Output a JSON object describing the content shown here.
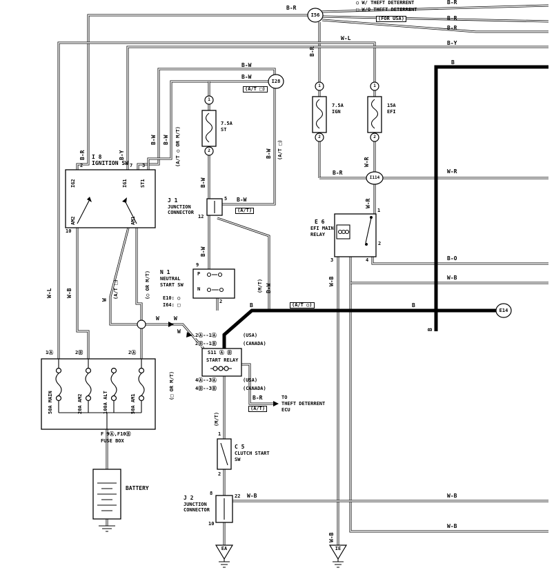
{
  "legend": {
    "with_theft": "○ W/ THEFT DETERRENT",
    "wo_theft": "□ W/O THEFT DETERRENT",
    "for_usa": "(FOR USA)"
  },
  "wire": {
    "br": "B-R",
    "bw": "B-W",
    "by": "B-Y",
    "b": "B",
    "wl": "W-L",
    "wr": "W-R",
    "wb": "W-B",
    "bo": "B-O",
    "w": "W"
  },
  "conn": {
    "i56": "I56",
    "i28": "I28",
    "i114": "I114",
    "e14": "E14"
  },
  "ann": {
    "at": "(A/T)",
    "at_sq": "(A/T □)",
    "at_c": "(A/T ○)",
    "at_c_or_mt": "(A/T ○ OR M/T)",
    "mt": "(M/T)",
    "c_or_mt": "(○ OR M/T)",
    "sq_or_mt": "(□ OR M/T)",
    "usa": "(USA)",
    "canada": "(CANADA)",
    "row_2a_1a": "2Ⓐ--1Ⓐ",
    "row_2b_1b": "2Ⓑ--1Ⓑ",
    "row_4a_3a": "4Ⓐ--3Ⓐ",
    "row_4b_3b": "4Ⓑ--3Ⓑ",
    "e10": "E10: ○",
    "i64": "I64: □",
    "tde1": "TO",
    "tde2": "THEFT DETERRENT",
    "tde3": "ECU"
  },
  "comp": {
    "ignition_sw": {
      "id": "I 8",
      "name": "IGNITION SW",
      "t_ig2": "IG2",
      "t_ig1": "IG1",
      "t_st1": "ST1",
      "t_am2": "AM2",
      "t_am1": "AM1",
      "pin2": "2",
      "pin7": "7",
      "pin3": "3",
      "pin10": "10"
    },
    "fuse_st": {
      "rating": "7.5A",
      "name": "ST",
      "pin1": "1",
      "pin2": "2"
    },
    "fuse_ign": {
      "rating": "7.5A",
      "name": "IGN",
      "pin1": "1",
      "pin2": "2"
    },
    "fuse_efi": {
      "rating": "15A",
      "name": "EFI",
      "pin1": "1",
      "pin2": "2"
    },
    "j1": {
      "id": "J 1",
      "name1": "JUNCTION",
      "name2": "CONNECTOR",
      "pin5": "5",
      "pin12": "12"
    },
    "n1": {
      "id": "N 1",
      "name1": "NEUTRAL",
      "name2": "START SW",
      "p": "P",
      "n": "N",
      "pin9": "9",
      "pin2": "2"
    },
    "e6": {
      "id": "E 6",
      "name1": "EFI MAIN",
      "name2": "RELAY",
      "pin1": "1",
      "pin2": "2",
      "pin3": "3",
      "pin4": "4"
    },
    "s11": {
      "id": "S11 Ⓐ Ⓑ",
      "name": "START RELAY"
    },
    "c5": {
      "id": "C 5",
      "name1": "CLUTCH START",
      "name2": "SW",
      "pin1": "1",
      "pin2": "2"
    },
    "j2": {
      "id": "J 2",
      "name1": "JUNCTION",
      "name2": "CONNECTOR",
      "pin8": "8",
      "pin22": "22",
      "pin10": "10"
    },
    "fuse_box": {
      "id": "F 9Ⓐ,F10Ⓑ",
      "name": "FUSE BOX",
      "fuses": [
        "50A MAIN",
        "20A AM2",
        "100A ALT",
        "50A AM1"
      ],
      "pin_1a": "1Ⓐ",
      "pin_2b": "2Ⓑ",
      "pin_2a": "2Ⓐ"
    },
    "battery": {
      "name": "BATTERY"
    },
    "grounds": {
      "ea": "EA",
      "ie": "IE"
    }
  }
}
